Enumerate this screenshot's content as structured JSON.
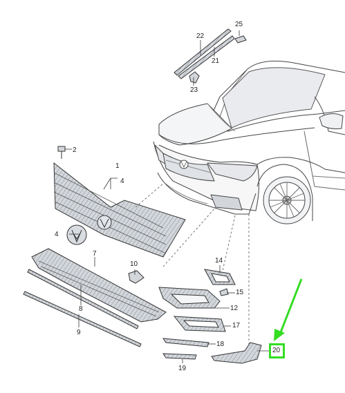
{
  "diagram": {
    "highlighted_part": "20",
    "highlight_color": "#33dd22",
    "part_fill_color": "#c9cdd3",
    "outline_color": "#333333",
    "labels": {
      "p2": "2",
      "p1": "1",
      "p4a": "4",
      "p4b": "4",
      "p7": "7",
      "p8": "8",
      "p9": "9",
      "p10": "10",
      "p12": "12",
      "p14": "14",
      "p15": "15",
      "p17": "17",
      "p18": "18",
      "p19": "19",
      "p20": "20",
      "p21": "21",
      "p22": "22",
      "p23": "23",
      "p25": "25"
    }
  }
}
